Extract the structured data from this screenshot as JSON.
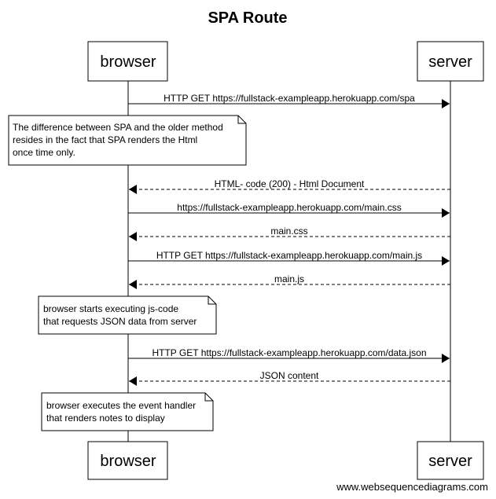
{
  "title": "SPA Route",
  "participants": {
    "browser": "browser",
    "server": "server"
  },
  "messages": [
    {
      "text": "HTTP GET https://fullstack-exampleapp.herokuapp.com/spa",
      "from": "browser",
      "to": "server",
      "style": "solid"
    },
    {
      "text": "HTML- code (200) - Html Document",
      "from": "server",
      "to": "browser",
      "style": "dashed"
    },
    {
      "text": "https://fullstack-exampleapp.herokuapp.com/main.css",
      "from": "browser",
      "to": "server",
      "style": "solid"
    },
    {
      "text": "main.css",
      "from": "server",
      "to": "browser",
      "style": "dashed"
    },
    {
      "text": "HTTP GET https://fullstack-exampleapp.herokuapp.com/main.js",
      "from": "browser",
      "to": "server",
      "style": "solid"
    },
    {
      "text": "main.js",
      "from": "server",
      "to": "browser",
      "style": "dashed"
    },
    {
      "text": "HTTP GET https://fullstack-exampleapp.herokuapp.com/data.json",
      "from": "browser",
      "to": "server",
      "style": "solid"
    },
    {
      "text": "JSON content",
      "from": "server",
      "to": "browser",
      "style": "dashed"
    }
  ],
  "notes": [
    {
      "lines": [
        "The difference between SPA and the older method",
        "resides in the fact that SPA renders the Html",
        "once time only."
      ]
    },
    {
      "lines": [
        "browser starts executing js-code",
        "that requests JSON data from server"
      ]
    },
    {
      "lines": [
        "browser executes the event handler",
        "that renders notes to display"
      ]
    }
  ],
  "watermark": "www.websequencediagrams.com",
  "colors": {
    "line": "#000000",
    "background": "#ffffff",
    "note_fill": "#ffffff"
  }
}
